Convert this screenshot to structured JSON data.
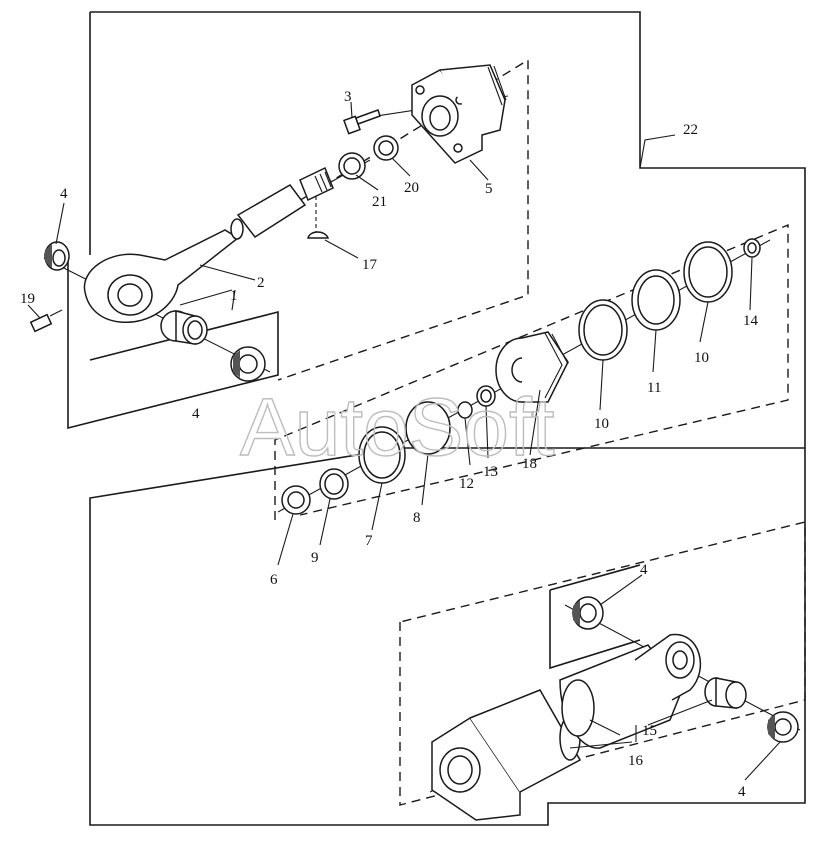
{
  "watermark": "AutoSoft",
  "callouts": [
    {
      "id": "c4a",
      "text": "4"
    },
    {
      "id": "c19",
      "text": "19"
    },
    {
      "id": "c2",
      "text": "2"
    },
    {
      "id": "c1",
      "text": "1"
    },
    {
      "id": "c4b",
      "text": "4"
    },
    {
      "id": "c3",
      "text": "3"
    },
    {
      "id": "c21",
      "text": "21"
    },
    {
      "id": "c20",
      "text": "20"
    },
    {
      "id": "c5",
      "text": "5"
    },
    {
      "id": "c17",
      "text": "17"
    },
    {
      "id": "c22",
      "text": "22"
    },
    {
      "id": "c14",
      "text": "14"
    },
    {
      "id": "c10a",
      "text": "10"
    },
    {
      "id": "c11",
      "text": "11"
    },
    {
      "id": "c10b",
      "text": "10"
    },
    {
      "id": "c18",
      "text": "18"
    },
    {
      "id": "c13",
      "text": "13"
    },
    {
      "id": "c12",
      "text": "12"
    },
    {
      "id": "c8",
      "text": "8"
    },
    {
      "id": "c7",
      "text": "7"
    },
    {
      "id": "c9",
      "text": "9"
    },
    {
      "id": "c6",
      "text": "6"
    },
    {
      "id": "c4c",
      "text": "4"
    },
    {
      "id": "c15",
      "text": "15"
    },
    {
      "id": "c16",
      "text": "16"
    },
    {
      "id": "c4d",
      "text": "4"
    }
  ]
}
